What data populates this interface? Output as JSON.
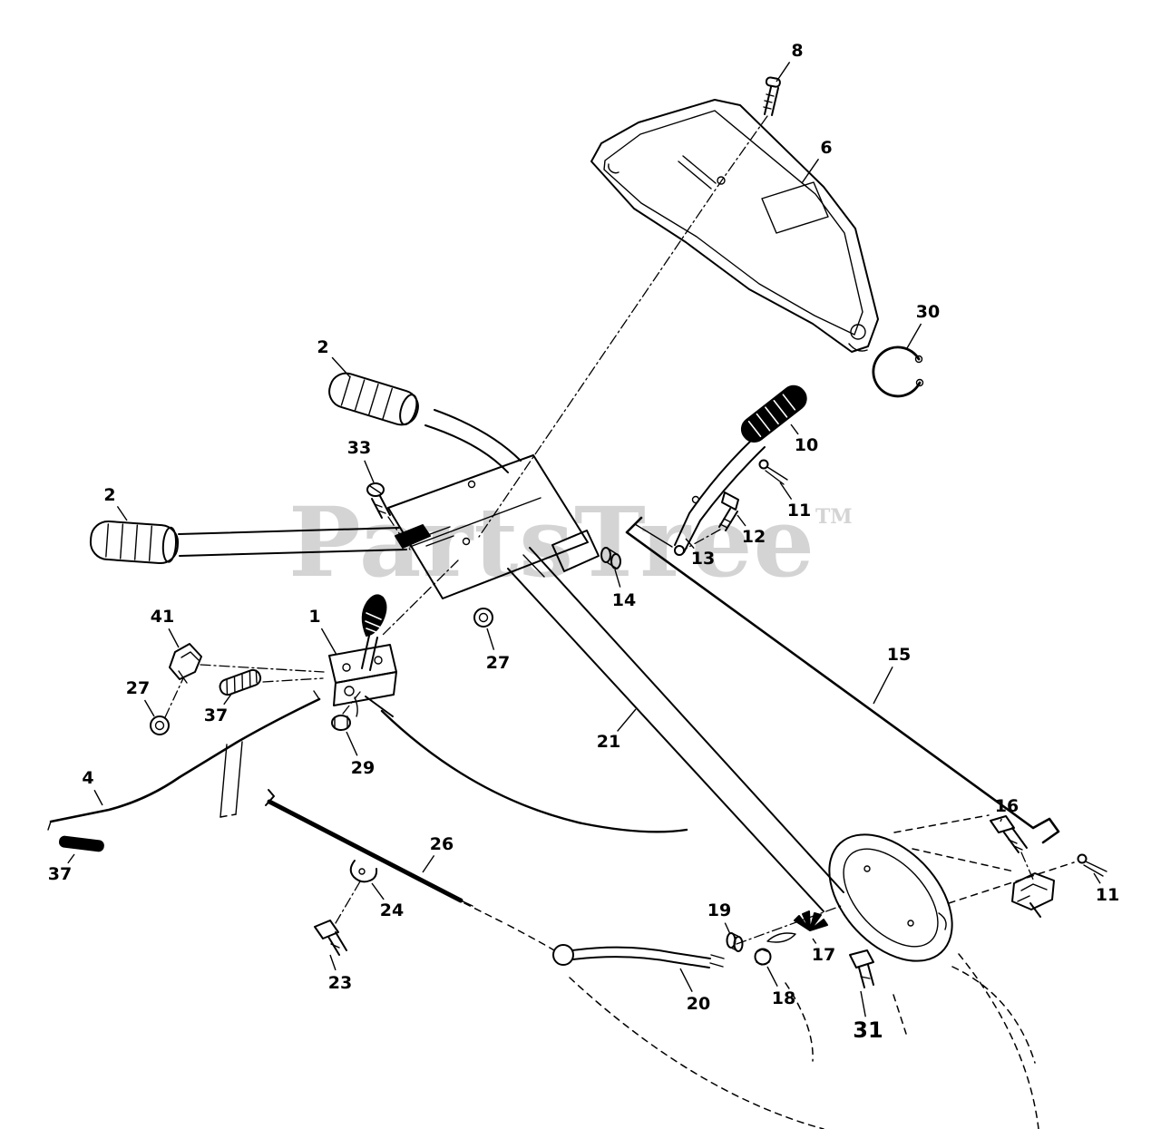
{
  "colors": {
    "line": "#000000",
    "watermark": "#d4d4d4"
  },
  "watermark": {
    "text": "PartsTree",
    "tm": "TM"
  },
  "callouts": [
    {
      "num": "8",
      "label": [
        879,
        56
      ],
      "target": [
        856,
        90
      ]
    },
    {
      "num": "6",
      "label": [
        911,
        163
      ],
      "target": [
        884,
        202
      ]
    },
    {
      "num": "30",
      "label": [
        1023,
        344
      ],
      "target": [
        1000,
        384
      ]
    },
    {
      "num": "2",
      "label": [
        356,
        383
      ],
      "target": [
        386,
        416
      ]
    },
    {
      "num": "33",
      "label": [
        396,
        494
      ],
      "target": [
        412,
        532
      ]
    },
    {
      "num": "10",
      "label": [
        889,
        491
      ],
      "target": [
        872,
        468
      ]
    },
    {
      "num": "2",
      "label": [
        121,
        546
      ],
      "target": [
        140,
        574
      ]
    },
    {
      "num": "11",
      "label": [
        881,
        563
      ],
      "target": [
        860,
        532
      ]
    },
    {
      "num": "12",
      "label": [
        831,
        592
      ],
      "target": [
        813,
        568
      ]
    },
    {
      "num": "13",
      "label": [
        775,
        616
      ],
      "target": [
        756,
        594
      ]
    },
    {
      "num": "14",
      "label": [
        688,
        662
      ],
      "target": [
        678,
        628
      ]
    },
    {
      "num": "41",
      "label": [
        179,
        680
      ],
      "target": [
        197,
        714
      ]
    },
    {
      "num": "1",
      "label": [
        347,
        680
      ],
      "target": [
        371,
        722
      ]
    },
    {
      "num": "15",
      "label": [
        991,
        722
      ],
      "target": [
        963,
        776
      ]
    },
    {
      "num": "27",
      "label": [
        549,
        731
      ],
      "target": [
        537,
        693
      ]
    },
    {
      "num": "27",
      "label": [
        152,
        759
      ],
      "target": [
        170,
        790
      ]
    },
    {
      "num": "37",
      "label": [
        238,
        789
      ],
      "target": [
        256,
        764
      ]
    },
    {
      "num": "21",
      "label": [
        671,
        818
      ],
      "target": [
        701,
        782
      ]
    },
    {
      "num": "29",
      "label": [
        400,
        847
      ],
      "target": [
        382,
        807
      ]
    },
    {
      "num": "4",
      "label": [
        97,
        858
      ],
      "target": [
        113,
        888
      ]
    },
    {
      "num": "16",
      "label": [
        1110,
        889
      ],
      "target": [
        1103,
        906
      ]
    },
    {
      "num": "26",
      "label": [
        487,
        931
      ],
      "target": [
        466,
        962
      ]
    },
    {
      "num": "37",
      "label": [
        66,
        964
      ],
      "target": [
        82,
        942
      ]
    },
    {
      "num": "11",
      "label": [
        1221,
        987
      ],
      "target": [
        1206,
        963
      ]
    },
    {
      "num": "24",
      "label": [
        432,
        1004
      ],
      "target": [
        410,
        974
      ]
    },
    {
      "num": "19",
      "label": [
        793,
        1004
      ],
      "target": [
        805,
        1030
      ]
    },
    {
      "num": "17",
      "label": [
        908,
        1053
      ],
      "target": [
        896,
        1035
      ]
    },
    {
      "num": "23",
      "label": [
        375,
        1084
      ],
      "target": [
        364,
        1053
      ]
    },
    {
      "num": "20",
      "label": [
        770,
        1107
      ],
      "target": [
        750,
        1068
      ]
    },
    {
      "num": "18",
      "label": [
        864,
        1101
      ],
      "target": [
        846,
        1066
      ]
    },
    {
      "num": "31",
      "label": [
        957,
        1136
      ],
      "target": [
        949,
        1093
      ],
      "emphasis": true
    }
  ]
}
